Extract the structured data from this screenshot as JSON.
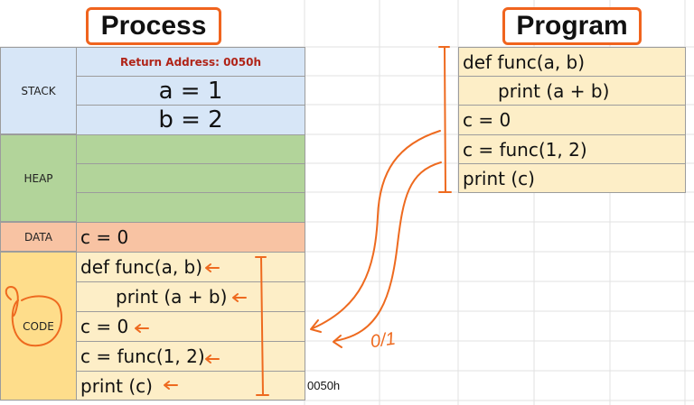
{
  "titles": {
    "process": "Process",
    "program": "Program"
  },
  "process": {
    "stack_label": "STACK",
    "heap_label": "HEAP",
    "data_label": "DATA",
    "code_label": "CODE",
    "return_address": "Return Address: 0050h",
    "stack_vars": [
      "a = 1",
      "b = 2"
    ],
    "data_value": "c = 0",
    "code_lines": [
      "def func(a, b)",
      "print (a + b)",
      "c = 0",
      "c = func(1, 2)",
      "print (c)"
    ]
  },
  "program": {
    "lines": [
      "def func(a, b)",
      "print (a + b)",
      "c = 0",
      "c = func(1, 2)",
      "print (c)"
    ]
  },
  "annotations": {
    "address": "0050h",
    "counter": "0/1"
  },
  "colors": {
    "stack": "#d7e6f7",
    "heap": "#b2d49a",
    "data": "#f8c3a3",
    "code_label": "#fedd8b",
    "code": "#fdeec7",
    "accent": "#f0641e",
    "return_address_text": "#b02418"
  }
}
